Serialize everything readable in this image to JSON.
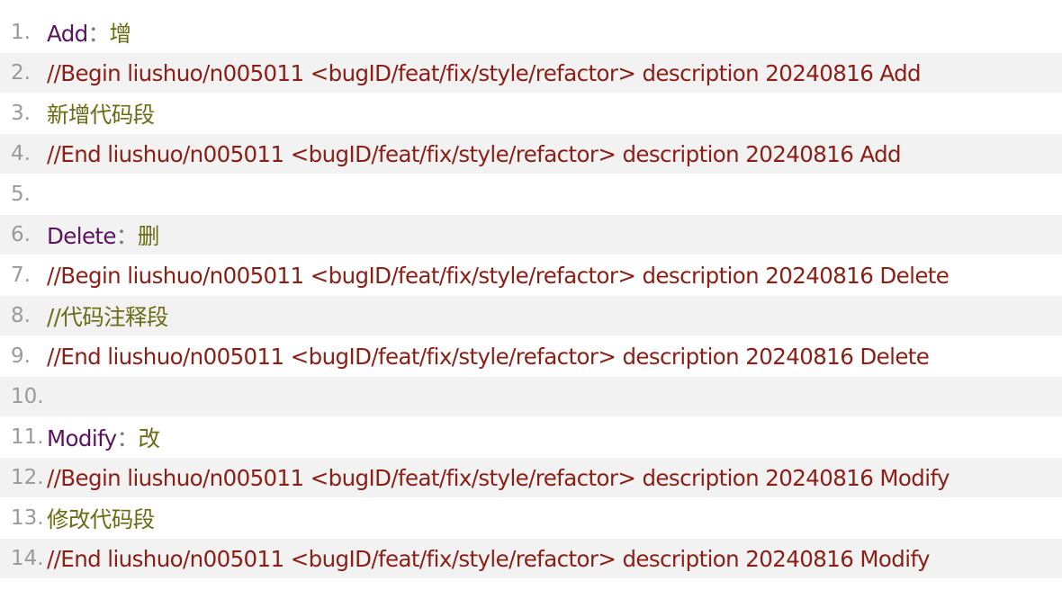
{
  "lines": [
    {
      "number": "1.",
      "keyword": "Add",
      "sep": "：",
      "value": "增"
    },
    {
      "number": "2.",
      "comment": "//Begin liushuo/n005011 <bugID/feat/fix/style/refactor> description 20240816 Add"
    },
    {
      "number": "3.",
      "plain": "新增代码段"
    },
    {
      "number": "4.",
      "comment": "//End liushuo/n005011 <bugID/feat/fix/style/refactor> description 20240816 Add"
    },
    {
      "number": "5."
    },
    {
      "number": "6.",
      "keyword": "Delete",
      "sep": "：",
      "value": "删"
    },
    {
      "number": "7.",
      "comment": "//Begin liushuo/n005011 <bugID/feat/fix/style/refactor> description 20240816 Delete"
    },
    {
      "number": "8.",
      "plain": "//代码注释段"
    },
    {
      "number": "9.",
      "comment": "//End liushuo/n005011 <bugID/feat/fix/style/refactor> description 20240816 Delete"
    },
    {
      "number": "10."
    },
    {
      "number": "11.",
      "keyword": "Modify",
      "sep": "：",
      "value": "改"
    },
    {
      "number": "12.",
      "comment": "//Begin liushuo/n005011 <bugID/feat/fix/style/refactor> description 20240816 Modify"
    },
    {
      "number": "13.",
      "plain": "修改代码段"
    },
    {
      "number": "14.",
      "comment": "//End liushuo/n005011 <bugID/feat/fix/style/refactor> description 20240816 Modify"
    }
  ],
  "colors": {
    "keyword": "#5a145e",
    "string": "#6b6b15",
    "comment": "#8b1f16",
    "line_number": "#9a9a9a",
    "shaded_row": "#f2f2f2"
  }
}
